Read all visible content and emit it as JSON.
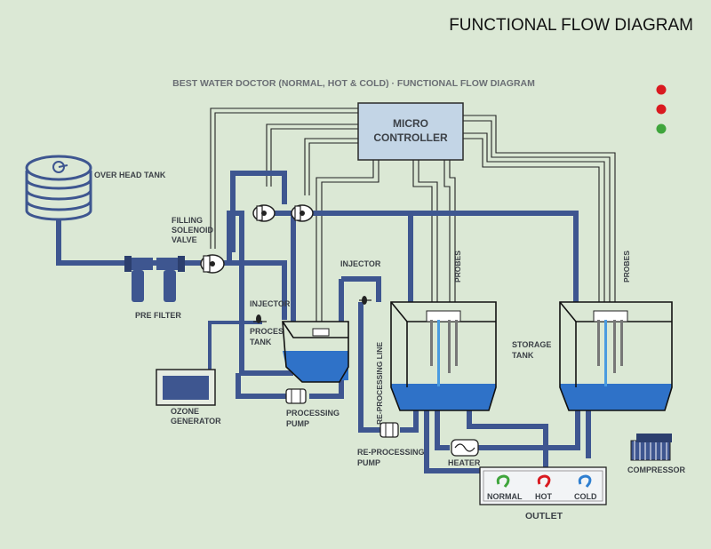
{
  "header": {
    "title": "FUNCTIONAL FLOW DIAGRAM"
  },
  "diagram": {
    "subtitle": "BEST WATER DOCTOR (NORMAL, HOT & COLD) · FUNCTIONAL FLOW DIAGRAM",
    "labels": {
      "micro_line1": "MICRO",
      "micro_line2": "CONTROLLER",
      "overhead_tank": "OVER HEAD TANK",
      "filling_1": "FILLING",
      "filling_2": "SOLENOID",
      "filling_3": "VALVE",
      "pre_filter": "PRE FILTER",
      "injector_left": "INJECTOR",
      "process_tank_1": "PROCESS",
      "process_tank_2": "TANK",
      "ozone_1": "OZONE",
      "ozone_2": "GENERATOR",
      "processing_pump_1": "PROCESSING",
      "processing_pump_2": "PUMP",
      "injector_mid": "INJECTOR",
      "reprocessing_line": "RE-PROCESSING LINE",
      "reprocessing_pump_1": "RE-PROCESSING",
      "reprocessing_pump_2": "PUMP",
      "probes_1": "PROBES",
      "probes_2": "PROBES",
      "storage_tank_1": "STORAGE",
      "storage_tank_2": "TANK",
      "heater": "HEATER",
      "compressor": "COMPRESSOR",
      "outlet": "OUTLET",
      "tap_normal": "NORMAL",
      "tap_hot": "HOT",
      "tap_cold": "COLD"
    },
    "indicator_colors": [
      "#d91a20",
      "#d91a20",
      "#3fa53c"
    ],
    "colors": {
      "pipe": "#3e5690",
      "water": "#2f72c8",
      "water_light": "#4a9be0",
      "background": "#dbe8d5",
      "tap_normal": "#3fa53c",
      "tap_hot": "#d91a20",
      "tap_cold": "#2f7fd0"
    }
  }
}
